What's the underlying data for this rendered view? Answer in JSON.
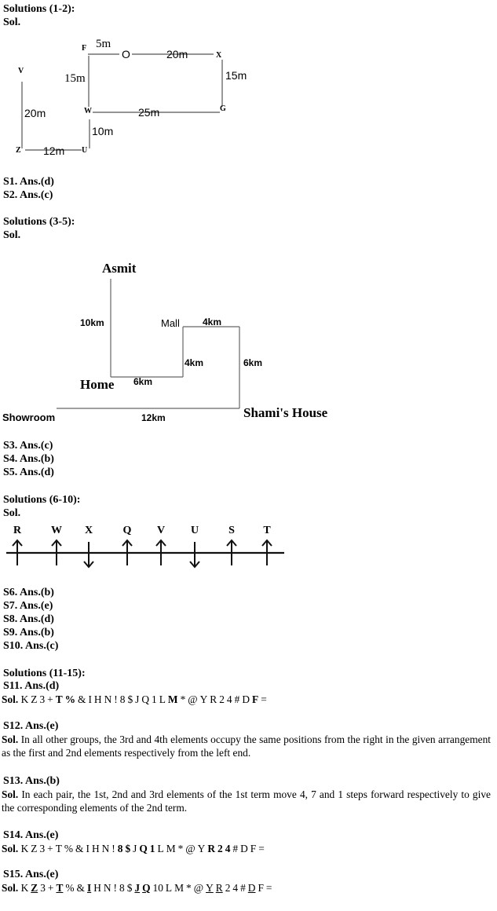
{
  "sec1": {
    "heading": "Solutions (1-2):",
    "sol": "Sol.",
    "diagram": {
      "F": "F",
      "O": "O",
      "X": "X",
      "V": "V",
      "W": "W",
      "G": "G",
      "Z": "Z",
      "U": "U",
      "FO": "5m",
      "OX": "20m",
      "XG": "15m",
      "FW": "15m",
      "WG": "25m",
      "WU": "10m",
      "VZ": "20m",
      "ZU": "12m"
    },
    "answers": [
      "S1. Ans.(d)",
      "S2. Ans.(c)"
    ]
  },
  "sec2": {
    "heading": "Solutions (3-5):",
    "sol": "Sol.",
    "diagram": {
      "asmit": "Asmit",
      "home": "Home",
      "mall": "Mall",
      "showroom": "Showroom",
      "shami": "Shami's House",
      "d_asmit_home": "10km",
      "d_home_east": "6km",
      "d_mall_up": "4km",
      "d_mall_east": "4km",
      "d_down": "6km",
      "d_showroom": "12km"
    },
    "answers": [
      "S3. Ans.(c)",
      "S4. Ans.(b)",
      "S5. Ans.(d)"
    ]
  },
  "sec3": {
    "heading": "Solutions (6-10):",
    "sol": "Sol.",
    "persons": [
      {
        "name": "R",
        "facing": "up"
      },
      {
        "name": "W",
        "facing": "up"
      },
      {
        "name": "X",
        "facing": "down"
      },
      {
        "name": "Q",
        "facing": "up"
      },
      {
        "name": "V",
        "facing": "up"
      },
      {
        "name": "U",
        "facing": "down"
      },
      {
        "name": "S",
        "facing": "up"
      },
      {
        "name": "T",
        "facing": "up"
      }
    ],
    "answers": [
      "S6. Ans.(b)",
      "S7. Ans.(e)",
      "S8. Ans.(d)",
      "S9. Ans.(b)",
      "S10. Ans.(c)"
    ]
  },
  "sec4": {
    "heading": "Solutions (11-15):",
    "items": [
      {
        "ans": "S11. Ans.(d)",
        "sol": "Sol.",
        "tokens": [
          {
            "t": "K"
          },
          {
            "t": "Z"
          },
          {
            "t": "3"
          },
          {
            "t": "+"
          },
          {
            "t": "T",
            "b": 1
          },
          {
            "t": "%",
            "b": 1
          },
          {
            "t": "&"
          },
          {
            "t": "I"
          },
          {
            "t": "H"
          },
          {
            "t": "N"
          },
          {
            "t": "!"
          },
          {
            "t": "8"
          },
          {
            "t": "$"
          },
          {
            "t": "J"
          },
          {
            "t": "Q"
          },
          {
            "t": "1"
          },
          {
            "t": "L"
          },
          {
            "t": "M",
            "b": 1
          },
          {
            "t": "*"
          },
          {
            "t": "@"
          },
          {
            "t": "Y"
          },
          {
            "t": "R"
          },
          {
            "t": "2"
          },
          {
            "t": "4"
          },
          {
            "t": "#"
          },
          {
            "t": "D"
          },
          {
            "t": "F",
            "b": 1
          },
          {
            "t": "="
          }
        ]
      },
      {
        "ans": "S12. Ans.(e)",
        "sol": "Sol.",
        "text": "In all other groups, the 3rd and 4th elements occupy the same positions from the right in the given arrangement as the first and 2nd elements respectively from the left end."
      },
      {
        "ans": "S13. Ans.(b)",
        "sol": "Sol.",
        "text": "In each pair, the 1st, 2nd and 3rd elements of the 1st term move 4, 7 and 1 steps forward respectively to give the corresponding elements of the 2nd term."
      },
      {
        "ans": "S14. Ans.(e)",
        "sol": "Sol.",
        "tokens": [
          {
            "t": "K"
          },
          {
            "t": "Z"
          },
          {
            "t": "3"
          },
          {
            "t": "+"
          },
          {
            "t": "T"
          },
          {
            "t": "%"
          },
          {
            "t": "&"
          },
          {
            "t": "I"
          },
          {
            "t": "H"
          },
          {
            "t": "N"
          },
          {
            "t": "!"
          },
          {
            "t": "8",
            "b": 1
          },
          {
            "t": "$",
            "b": 1
          },
          {
            "t": "J"
          },
          {
            "t": "Q",
            "b": 1
          },
          {
            "t": "1",
            "b": 1
          },
          {
            "t": "L"
          },
          {
            "t": "M"
          },
          {
            "t": "*"
          },
          {
            "t": "@"
          },
          {
            "t": "Y"
          },
          {
            "t": "R",
            "b": 1
          },
          {
            "t": "2",
            "b": 1
          },
          {
            "t": "4",
            "b": 1
          },
          {
            "t": "#"
          },
          {
            "t": "D"
          },
          {
            "t": "F"
          },
          {
            "t": "="
          }
        ]
      },
      {
        "ans": "S15. Ans.(e)",
        "sol": "Sol.",
        "tokens": [
          {
            "t": "K"
          },
          {
            "t": "Z",
            "b": 1,
            "u": 1
          },
          {
            "t": "3"
          },
          {
            "t": "+"
          },
          {
            "t": "T",
            "b": 1,
            "u": 1
          },
          {
            "t": "%"
          },
          {
            "t": "&"
          },
          {
            "t": "I",
            "b": 1,
            "u": 1
          },
          {
            "t": "H"
          },
          {
            "t": "N"
          },
          {
            "t": "!"
          },
          {
            "t": "8"
          },
          {
            "t": "$"
          },
          {
            "t": "J",
            "b": 1,
            "u": 1
          },
          {
            "t": "Q",
            "b": 1,
            "u": 1
          },
          {
            "t": "10"
          },
          {
            "t": "L"
          },
          {
            "t": "M"
          },
          {
            "t": "*"
          },
          {
            "t": "@"
          },
          {
            "t": "Y",
            "u": 1
          },
          {
            "t": "R",
            "u": 1
          },
          {
            "t": "2"
          },
          {
            "t": "4"
          },
          {
            "t": "#"
          },
          {
            "t": "D",
            "u": 1
          },
          {
            "t": "F"
          },
          {
            "t": "="
          }
        ]
      }
    ]
  }
}
